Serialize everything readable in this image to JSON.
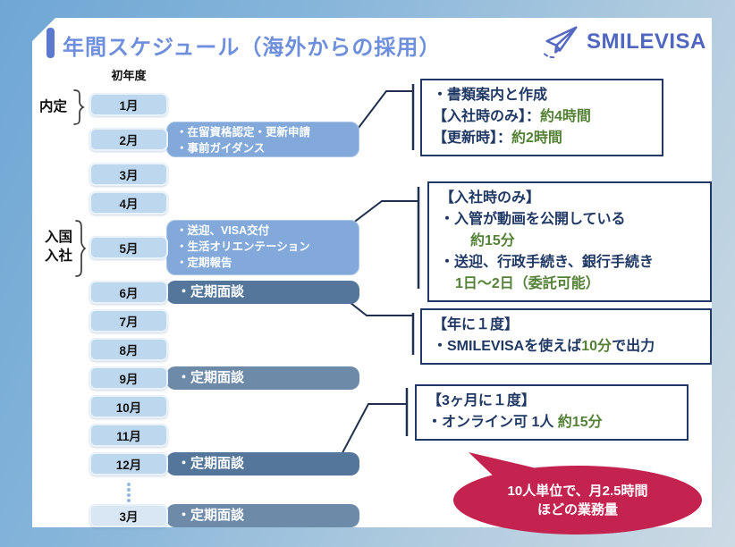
{
  "page": {
    "title": "年間スケジュール（海外からの採用）",
    "brand": "SMILEVISA",
    "year_label": "初年度"
  },
  "phases": [
    {
      "lines": [
        "内定"
      ]
    },
    {
      "lines": [
        "入国",
        "入社"
      ]
    }
  ],
  "timeline": {
    "rows": [
      {
        "month": "1月"
      },
      {
        "month": "2月",
        "bar": {
          "style": "light",
          "lines": [
            "・在留資格認定・更新申請",
            "・事前ガイダンス"
          ]
        }
      },
      {
        "month": "3月"
      },
      {
        "month": "4月"
      },
      {
        "month": "5月",
        "bar": {
          "style": "light",
          "lines": [
            "・送迎、VISA交付",
            "・生活オリエンテーション",
            "・定期報告"
          ]
        }
      },
      {
        "month": "6月",
        "bar": {
          "style": "dark",
          "lines": [
            "・定期面談"
          ]
        }
      },
      {
        "month": "7月"
      },
      {
        "month": "8月"
      },
      {
        "month": "9月",
        "bar": {
          "style": "dark2",
          "lines": [
            "・定期面談"
          ]
        }
      },
      {
        "month": "10月"
      },
      {
        "month": "11月"
      },
      {
        "month": "12月",
        "bar": {
          "style": "dark",
          "lines": [
            "・定期面談"
          ]
        }
      },
      {
        "type": "dots"
      },
      {
        "month": "3月",
        "pale": true,
        "bar": {
          "style": "dark2",
          "lines": [
            "・定期面談"
          ]
        }
      }
    ]
  },
  "callouts": [
    {
      "lines": [
        {
          "indent": 0,
          "segs": [
            {
              "t": "・書類案内と作成",
              "c": "navy"
            }
          ]
        },
        {
          "indent": 0,
          "segs": [
            {
              "t": "【入社時のみ】：",
              "c": "navy"
            },
            {
              "t": "約4時間",
              "c": "green"
            }
          ]
        },
        {
          "indent": 0,
          "segs": [
            {
              "t": "【更新時】：",
              "c": "navy"
            },
            {
              "t": "約2時間",
              "c": "green"
            }
          ]
        }
      ]
    },
    {
      "lines": [
        {
          "indent": 0,
          "segs": [
            {
              "t": "【入社時のみ】",
              "c": "navy"
            }
          ]
        },
        {
          "indent": 0,
          "segs": [
            {
              "t": "・入管が動画を公開している",
              "c": "navy"
            }
          ]
        },
        {
          "indent": 2,
          "segs": [
            {
              "t": "約15分",
              "c": "green"
            }
          ]
        },
        {
          "indent": 0,
          "segs": [
            {
              "t": "・送迎、行政手続き、銀行手続き",
              "c": "navy"
            }
          ]
        },
        {
          "indent": 1,
          "segs": [
            {
              "t": "1日〜2日（委託可能）",
              "c": "green"
            }
          ]
        }
      ]
    },
    {
      "lines": [
        {
          "indent": 0,
          "segs": [
            {
              "t": "【年に１度】",
              "c": "navy"
            }
          ]
        },
        {
          "indent": 0,
          "segs": [
            {
              "t": "・SMILEVISAを使えば",
              "c": "navy"
            },
            {
              "t": "10分",
              "c": "green"
            },
            {
              "t": "で出力",
              "c": "navy"
            }
          ]
        }
      ]
    },
    {
      "lines": [
        {
          "indent": 0,
          "segs": [
            {
              "t": "【3ヶ月に１度】",
              "c": "navy"
            }
          ]
        },
        {
          "indent": 0,
          "segs": [
            {
              "t": "・オンライン可 1人 ",
              "c": "navy"
            },
            {
              "t": "約15分",
              "c": "green"
            }
          ]
        }
      ]
    }
  ],
  "bubble": {
    "lines": [
      "10人単位で、月2.5時間",
      "ほどの業務量"
    ]
  },
  "colors": {
    "title": "#6e8fdb",
    "logo": "#5066c0",
    "navy": "#1f3864",
    "green": "#538135",
    "bar_light": "#82a9d9",
    "bar_dark": "#54769b",
    "bar_dark2": "#6d8aa9",
    "month": "#bdd7ee",
    "month_pale": "#d9e6f3",
    "bubble": "#c3234e",
    "line": "#1f2f4d"
  }
}
